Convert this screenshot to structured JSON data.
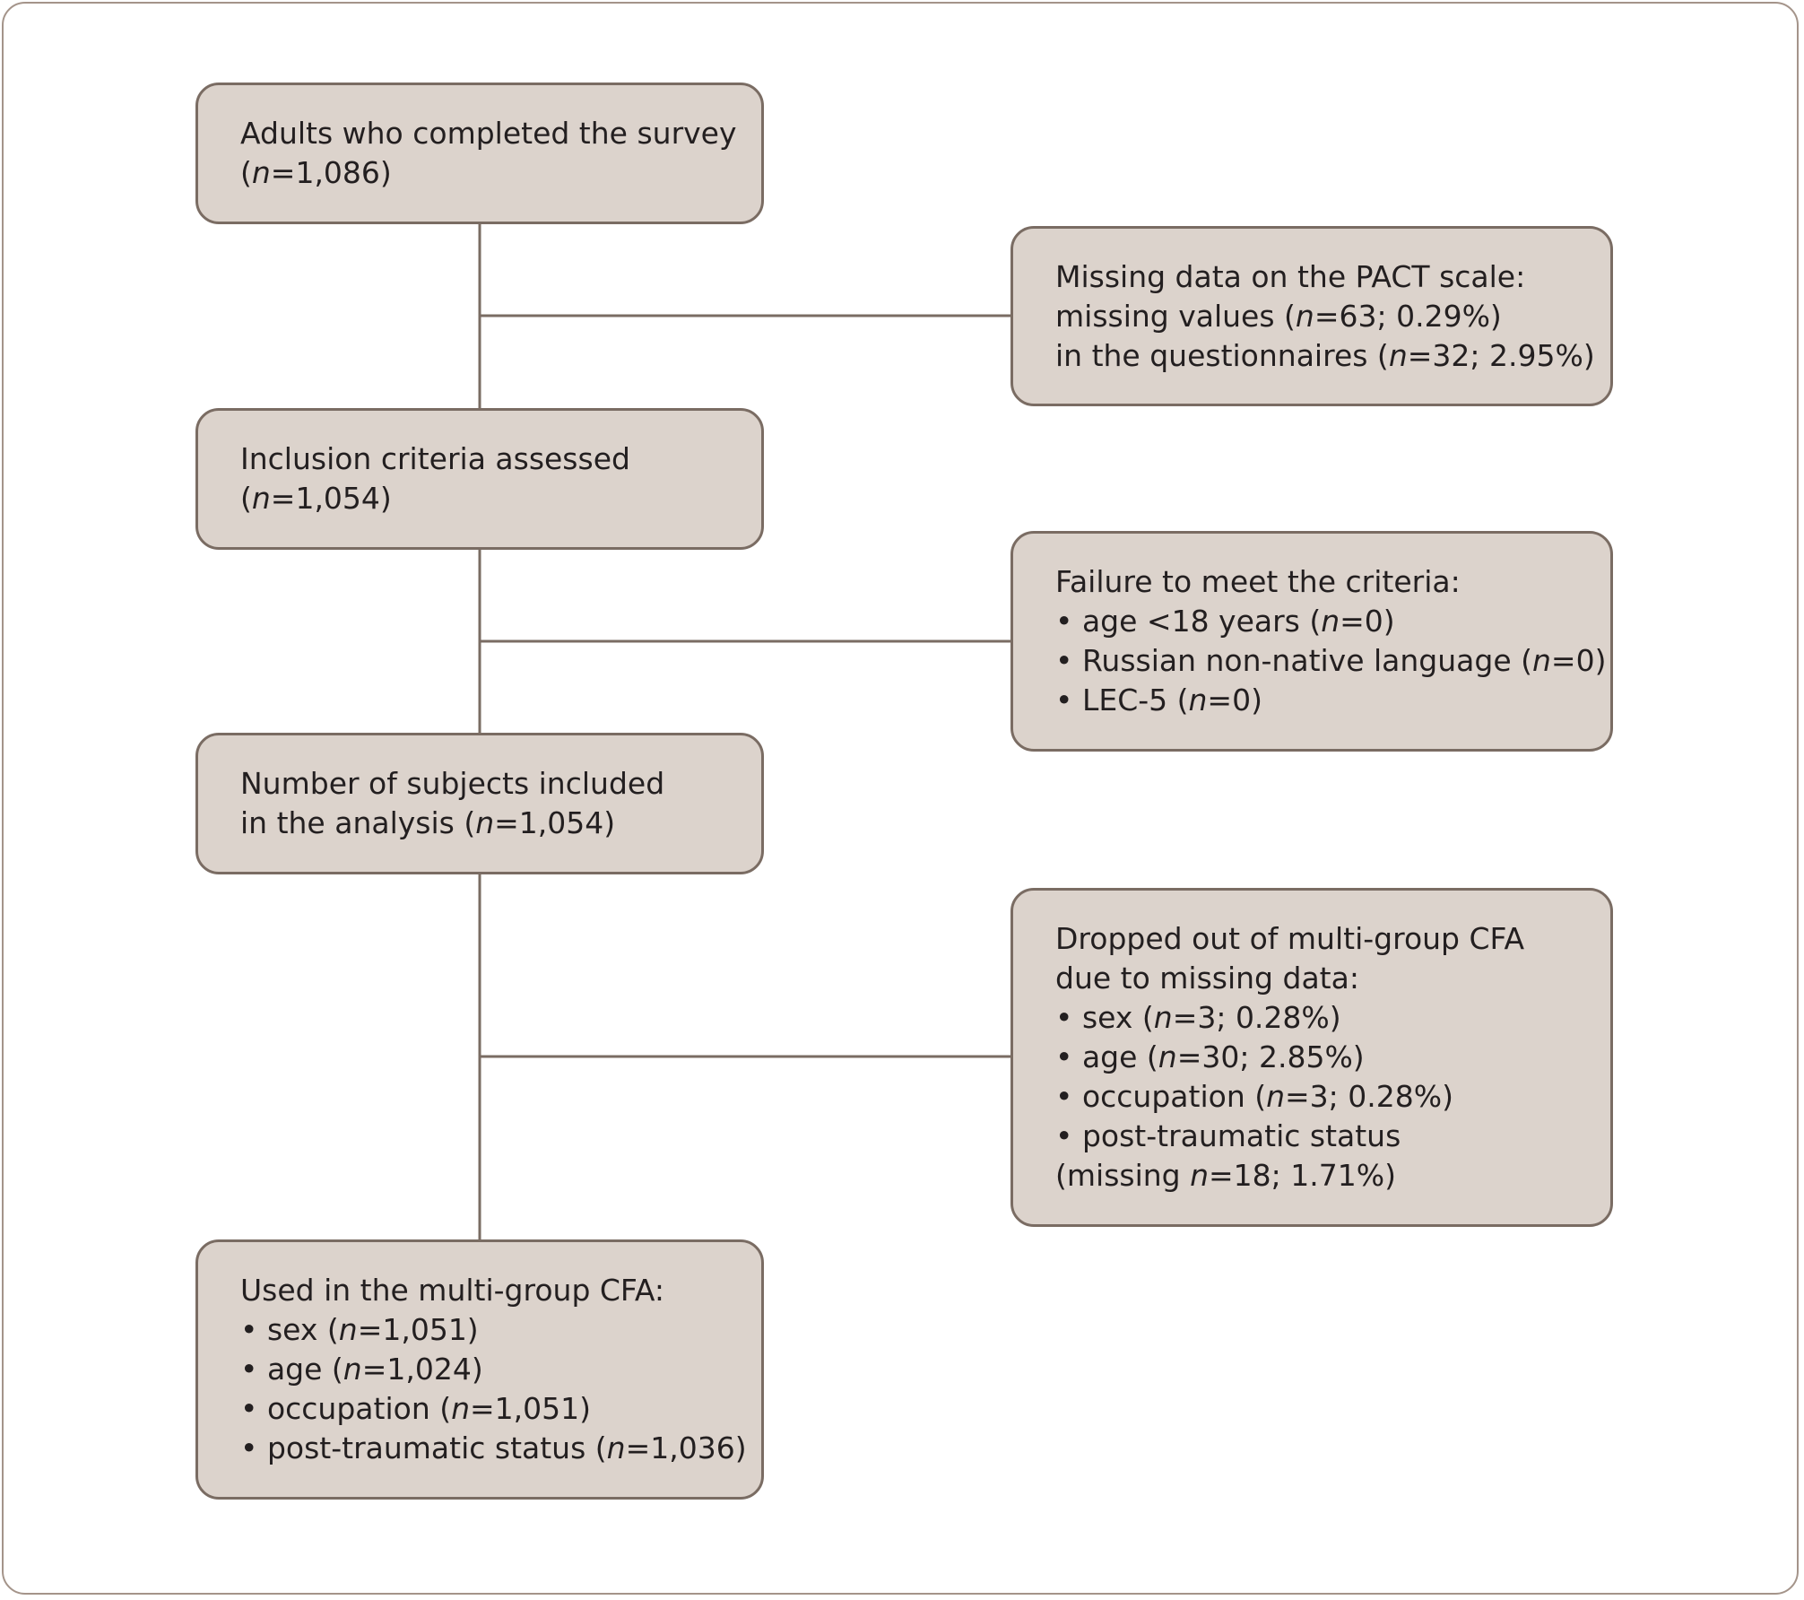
{
  "colors": {
    "box_fill": "#dcd3cc",
    "box_border": "#7a6c63",
    "connector": "#7a6c63",
    "frame": "#a4948a",
    "text": "#231f20"
  },
  "boxes": {
    "completed": {
      "lines": [
        "Adults who completed the survey",
        "(n=1,086)"
      ]
    },
    "missing": {
      "lines": [
        "Missing data on the PACT scale:",
        "missing values (n=63; 0.29%)",
        "in the questionnaires (n=32; 2.95%)"
      ]
    },
    "inclusion": {
      "lines": [
        "Inclusion criteria assessed",
        "(n=1,054)"
      ]
    },
    "failure": {
      "lines": [
        "Failure to meet the criteria:",
        "• age <18 years (n=0)",
        "• Russian non-native language (n=0)",
        "• LEC-5 (n=0)"
      ]
    },
    "included": {
      "lines": [
        "Number of subjects included",
        "in the analysis (n=1,054)"
      ]
    },
    "dropped": {
      "lines": [
        "Dropped out of multi-group CFA",
        "due to missing data:",
        "• sex (n=3; 0.28%)",
        "• age (n=30; 2.85%)",
        "• occupation (n=3; 0.28%)",
        "• post-traumatic status",
        "(missing n=18; 1.71%)"
      ]
    },
    "used": {
      "lines": [
        "Used in the multi-group CFA:",
        "• sex (n=1,051)",
        "• age (n=1,024)",
        "• occupation (n=1,051)",
        "• post-traumatic status (n=1,036)"
      ]
    }
  }
}
